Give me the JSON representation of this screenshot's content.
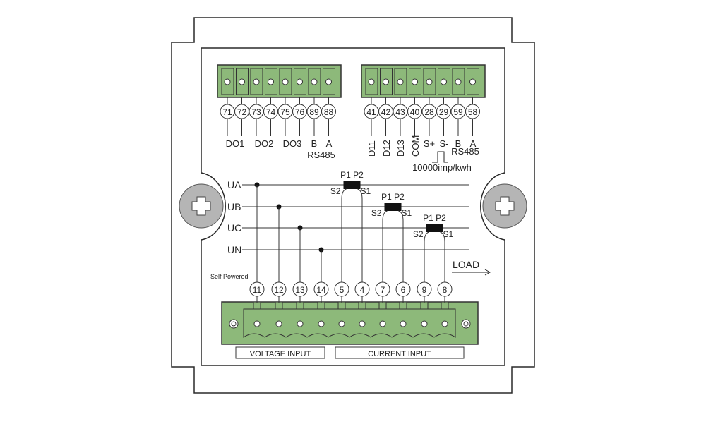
{
  "colors": {
    "terminal_green": "#8db97a",
    "outline": "#2a2a2a",
    "screw": "#b5b5b5"
  },
  "top_left_block": {
    "pins": [
      "71",
      "72",
      "73",
      "74",
      "75",
      "76",
      "89",
      "88"
    ],
    "labels": [
      {
        "text": "DO1"
      },
      {
        "text": "DO2"
      },
      {
        "text": "DO3"
      },
      {
        "text": "B"
      },
      {
        "text": "A"
      }
    ],
    "group_label": "RS485"
  },
  "top_right_block": {
    "pins": [
      "41",
      "42",
      "43",
      "40",
      "28",
      "29",
      "59",
      "58"
    ],
    "vertical_labels": [
      "D11",
      "D12",
      "D13",
      "COM"
    ],
    "labels": [
      "S+",
      "S-",
      "B",
      "A"
    ],
    "group_label": "RS485",
    "pulse_label": "10000imp/kwh"
  },
  "lines": [
    "UA",
    "UB",
    "UC",
    "UN"
  ],
  "ct": {
    "p_label": "P1 P2",
    "s2": "S2",
    "s1": "S1"
  },
  "load_label": "LOAD",
  "self_powered": "Self Powered",
  "bottom_block": {
    "pins": [
      "11",
      "12",
      "13",
      "14",
      "5",
      "4",
      "7",
      "6",
      "9",
      "8"
    ]
  },
  "voltage_input": "VOLTAGE INPUT",
  "current_input": "CURRENT INPUT"
}
